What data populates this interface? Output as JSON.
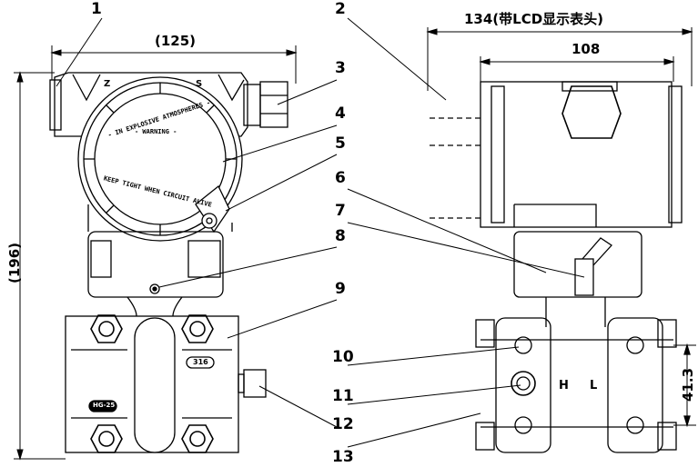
{
  "callouts": [
    "1",
    "2",
    "3",
    "4",
    "5",
    "6",
    "7",
    "8",
    "9",
    "10",
    "11",
    "12",
    "13"
  ],
  "dimensions": {
    "width_left": "(125)",
    "height_left": "(196)",
    "width_lcd": "134(带LCD显示表头)",
    "width_right": "108",
    "flange_spacing": "41.3"
  },
  "labels": {
    "zero": "Z",
    "span": "S",
    "high": "H",
    "low": "L",
    "material_tag": "316",
    "flange_tag": "HG-25"
  },
  "cover_text": {
    "top": "- IN EXPLOSIVE ATMOSPHERES -",
    "middle": "- WARNING -",
    "bottom": "KEEP TIGHT WHEN CIRCUIT ALIVE"
  }
}
